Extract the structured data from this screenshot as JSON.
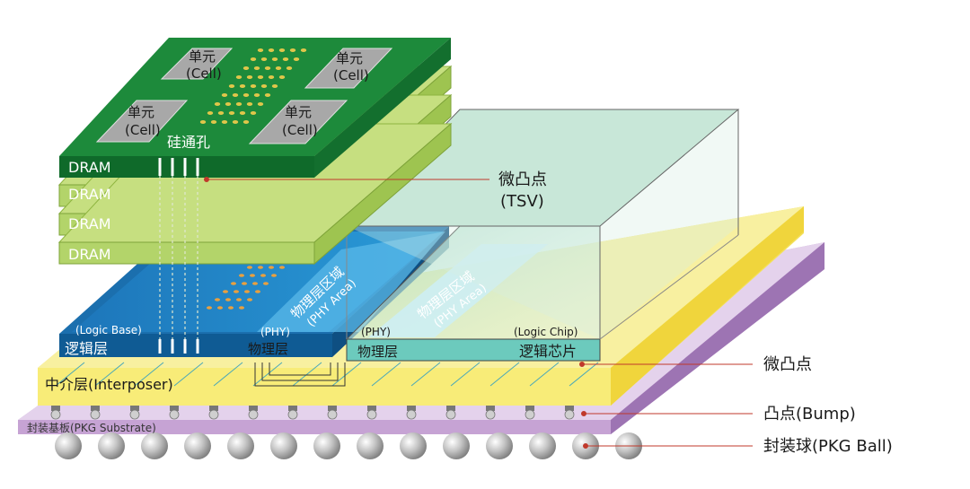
{
  "dram_layers": [
    "DRAM",
    "DRAM",
    "DRAM",
    "DRAM"
  ],
  "cell_labels": [
    {
      "cn": "单元",
      "en": "(Cell)"
    },
    {
      "cn": "单元",
      "en": "(Cell)"
    },
    {
      "cn": "单元",
      "en": "(Cell)"
    },
    {
      "cn": "单元",
      "en": "(Cell)"
    }
  ],
  "tsv_label": "硅通孔",
  "micro_bump_tsv": {
    "cn": "微凸点",
    "en": "(TSV)"
  },
  "logic_base": {
    "en": "(Logic Base)",
    "cn": "逻辑层"
  },
  "phy_left": {
    "en": "(PHY)",
    "cn": "物理层"
  },
  "phy_area_left": {
    "cn": "物理层区域",
    "en": "(PHY Area)"
  },
  "phy_right": {
    "en": "(PHY)",
    "cn": "物理层"
  },
  "phy_area_right": {
    "cn": "物理层区域",
    "en": "(PHY Area)"
  },
  "logic_chip": {
    "en": "(Logic Chip)",
    "cn": "逻辑芯片"
  },
  "interposer": "中介层(Interposer)",
  "pkg_substrate": "封装基板(PKG Substrate)",
  "right_labels": {
    "micro_bump": "微凸点",
    "bump": "凸点(Bump)",
    "pkg_ball": "封装球(PKG Ball)"
  },
  "colors": {
    "dram_top": "#1e8a3c",
    "dram_light": "#b9d76a",
    "cell": "#a8a8a8",
    "logic_blue": "#1f7fc4",
    "glass": "#c6ead8",
    "interposer": "#f6ec7a",
    "substrate": "#c9a8d6",
    "ball": "#b8b8b8",
    "pointer": "#c0392b"
  }
}
